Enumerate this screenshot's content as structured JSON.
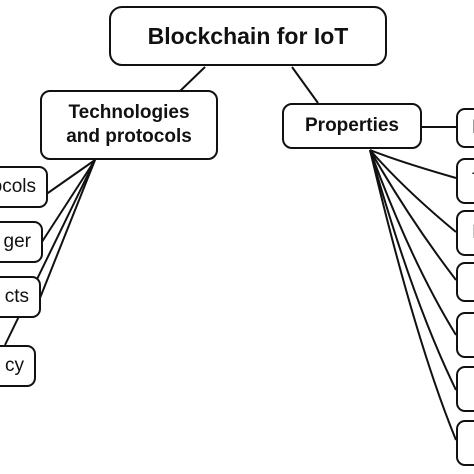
{
  "root": {
    "label": "Blockchain for IoT"
  },
  "branches": [
    {
      "label": "Technologies\nand protocols",
      "children": [
        "ocols",
        "ger",
        "cts",
        "cy"
      ]
    },
    {
      "label": "Properties",
      "children": [
        "D",
        "T",
        "I",
        "",
        "",
        "",
        ""
      ]
    }
  ],
  "colors": {
    "stroke": "#111111",
    "fill": "#ffffff"
  }
}
